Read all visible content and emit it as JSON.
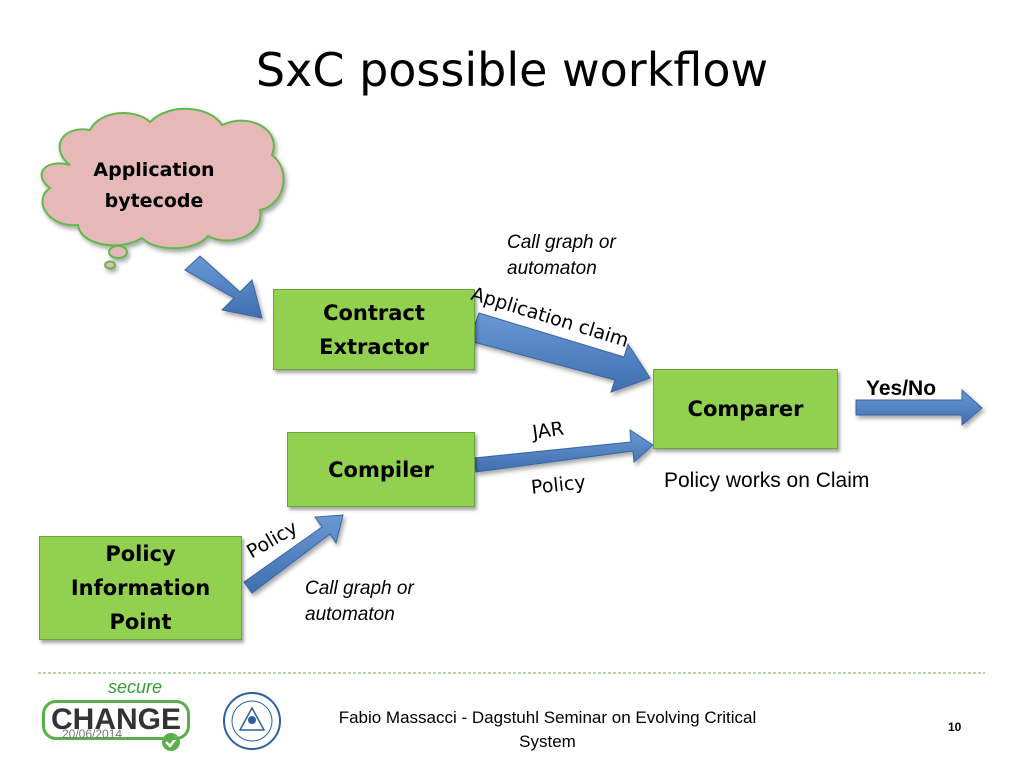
{
  "slide": {
    "title": "SxC possible workflow",
    "cloud_text": "Application bytecode",
    "boxes": {
      "contract_extractor": "Contract Extractor",
      "compiler": "Compiler",
      "comparer": "Comparer",
      "pip": "Policy Information Point"
    },
    "labels": {
      "call_graph_top": "Call graph or automaton",
      "application_claim": "Application claim",
      "jar": "JAR",
      "policy_mid": "Policy",
      "policy_diag": "Policy",
      "call_graph_bottom": "Call graph or automaton",
      "yes_no": "Yes/No",
      "policy_works": "Policy works on Claim"
    },
    "colors": {
      "box_fill": "#92d050",
      "cloud_fill": "#e6b8b7",
      "arrow": "#4f81bd"
    }
  },
  "footer": {
    "logo_secure": "secure",
    "logo_change": "CHANGE",
    "date": "20/06/2014",
    "text": "Fabio Massacci - Dagstuhl Seminar on Evolving Critical System",
    "page_number": "10"
  }
}
